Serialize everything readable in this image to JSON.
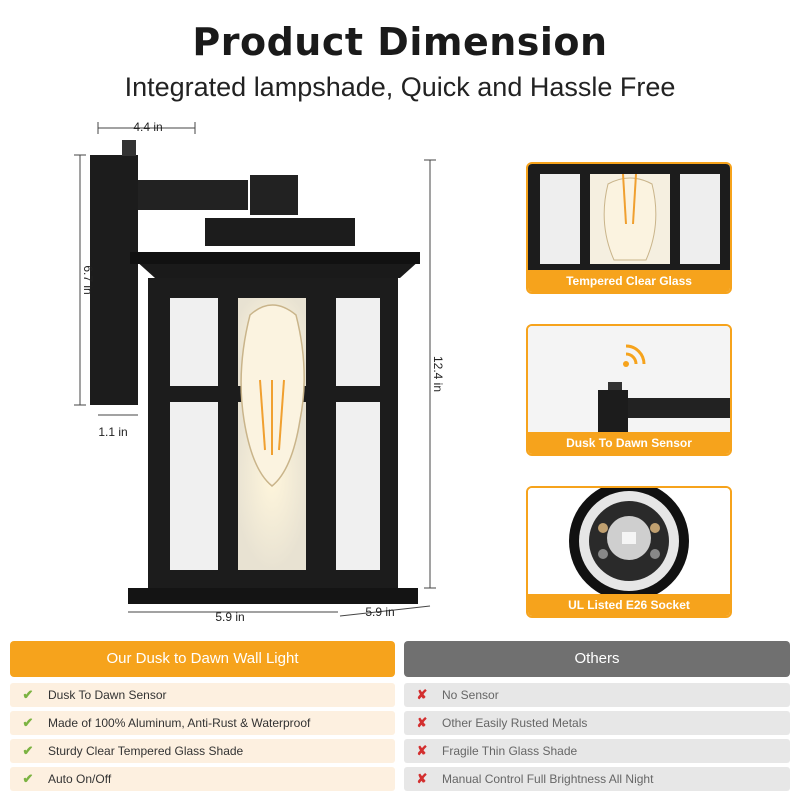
{
  "header": {
    "title": "Product Dimension",
    "subtitle": "Integrated lampshade, Quick and Hassle Free"
  },
  "dimensions": {
    "width_top": "4.4 in",
    "height_back": "6.7 in",
    "depth_back": "1.1 in",
    "height_total": "12.4 in",
    "base_front": "5.9 in",
    "base_side": "5.9 in"
  },
  "features": [
    {
      "label": "Tempered Clear Glass",
      "icon": "bulb-closeup"
    },
    {
      "label": "Dusk To Dawn Sensor",
      "icon": "wifi-signal-icon"
    },
    {
      "label": "UL Listed E26 Socket",
      "icon": "socket-closeup"
    }
  ],
  "comparison": {
    "ours": {
      "heading": "Our Dusk to Dawn Wall Light",
      "items": [
        "Dusk To Dawn Sensor",
        "Made of 100% Aluminum, Anti-Rust & Waterproof",
        "Sturdy Clear Tempered Glass Shade",
        "Auto On/Off"
      ],
      "mark": "✔"
    },
    "others": {
      "heading": "Others",
      "items": [
        "No Sensor",
        "Other Easily Rusted Metals",
        "Fragile Thin Glass Shade",
        "Manual Control Full Brightness All Night"
      ],
      "mark": "✘"
    }
  },
  "colors": {
    "accent": "#f6a31c",
    "others": "#707070",
    "check": "#7cb342",
    "cross": "#d32f2f",
    "fixture": "#1c1c1c"
  }
}
